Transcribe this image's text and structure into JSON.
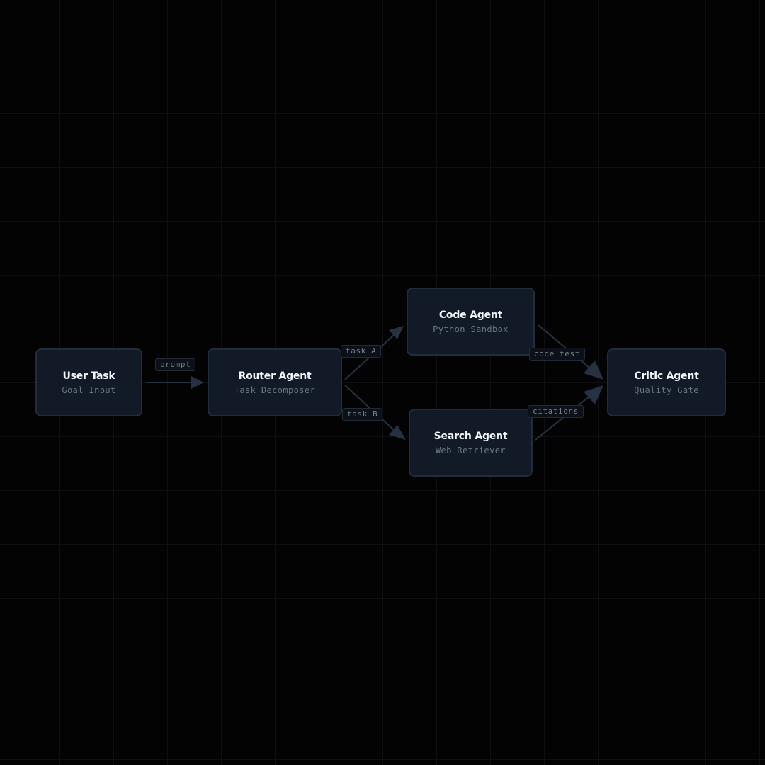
{
  "colors": {
    "background": "#030303",
    "grid": "#0d0f13",
    "node_fill": "#121a28",
    "node_border": "#222c3a",
    "edge": "#263141",
    "title_text": "#f2f5f9",
    "subtitle_text": "#6b7584"
  },
  "nodes": {
    "user_task": {
      "title": "User Task",
      "subtitle": "Goal Input"
    },
    "router": {
      "title": "Router Agent",
      "subtitle": "Task Decomposer"
    },
    "code": {
      "title": "Code Agent",
      "subtitle": "Python Sandbox"
    },
    "search": {
      "title": "Search Agent",
      "subtitle": "Web Retriever"
    },
    "critic": {
      "title": "Critic Agent",
      "subtitle": "Quality Gate"
    }
  },
  "edges": [
    {
      "from": "User Task",
      "to": "Router Agent",
      "label": "prompt"
    },
    {
      "from": "Router Agent",
      "to": "Code Agent",
      "label": "task A"
    },
    {
      "from": "Router Agent",
      "to": "Search Agent",
      "label": "task B"
    },
    {
      "from": "Code Agent",
      "to": "Critic Agent",
      "label": "code test"
    },
    {
      "from": "Search Agent",
      "to": "Critic Agent",
      "label": "citations"
    }
  ]
}
